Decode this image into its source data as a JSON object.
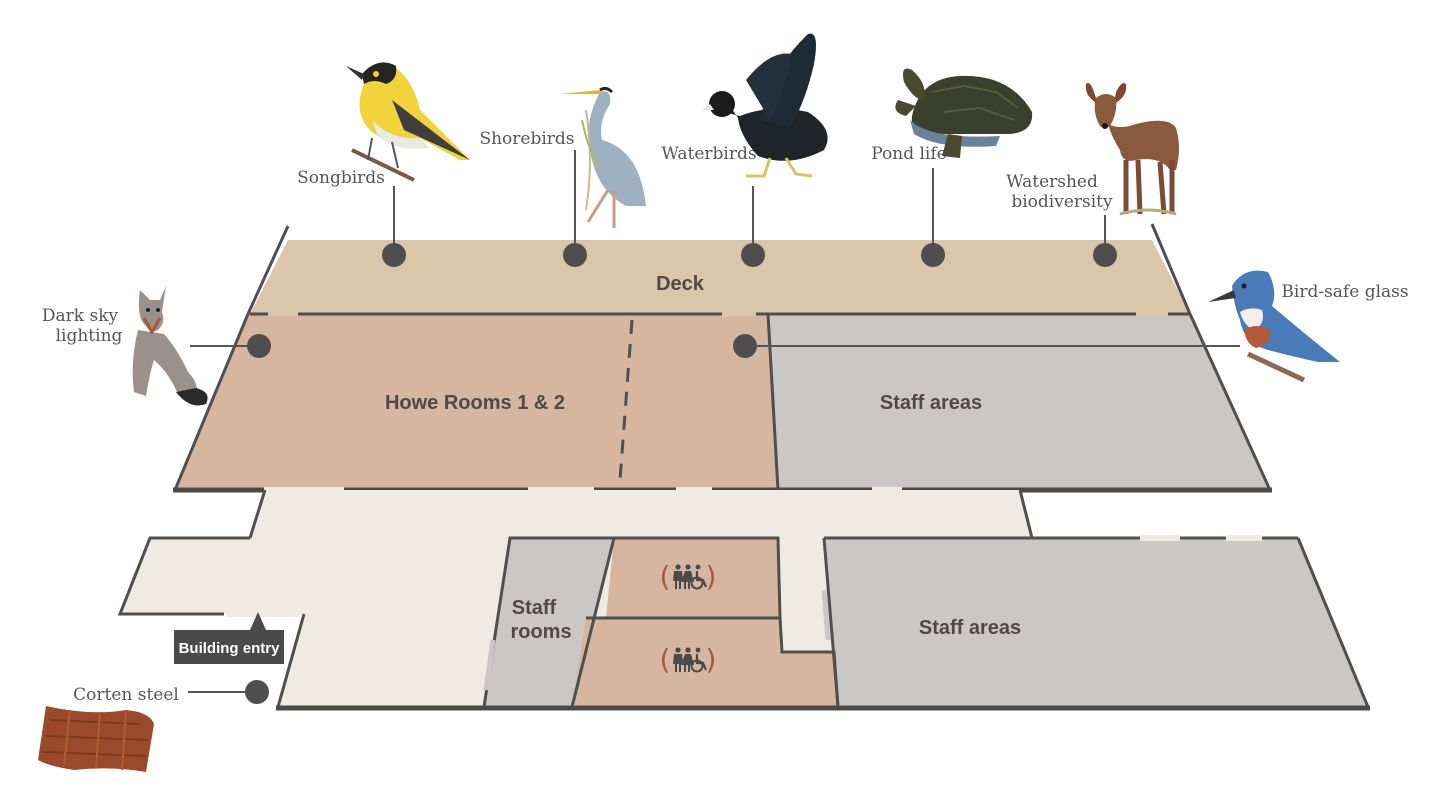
{
  "floor_plan": {
    "rooms": {
      "deck": "Deck",
      "howe_rooms": "Howe Rooms 1 & 2",
      "staff_areas_upper": "Staff areas",
      "staff_rooms_line1": "Staff",
      "staff_rooms_line2": "rooms",
      "staff_areas_lower": "Staff areas"
    },
    "entry_label": "Building entry"
  },
  "features": {
    "songbirds": "Songbirds",
    "shorebirds": "Shorebirds",
    "waterbirds": "Waterbirds",
    "pond_life": "Pond life",
    "watershed_line1": "Watershed",
    "watershed_line2": "biodiversity",
    "dark_sky_line1": "Dark sky",
    "dark_sky_line2": "lighting",
    "bird_safe_glass": "Bird-safe glass",
    "corten_steel": "Corten steel"
  },
  "icons": [
    "restroom-icon",
    "wheelchair-icon"
  ],
  "colors": {
    "deck": "#d9c6ab",
    "meeting_rooms": "#d6b6a0",
    "staff": "#cbc7c4",
    "corridor": "#efebe2",
    "walls": "#4f4f4f",
    "restroom_bracket": "#a65a3c"
  }
}
